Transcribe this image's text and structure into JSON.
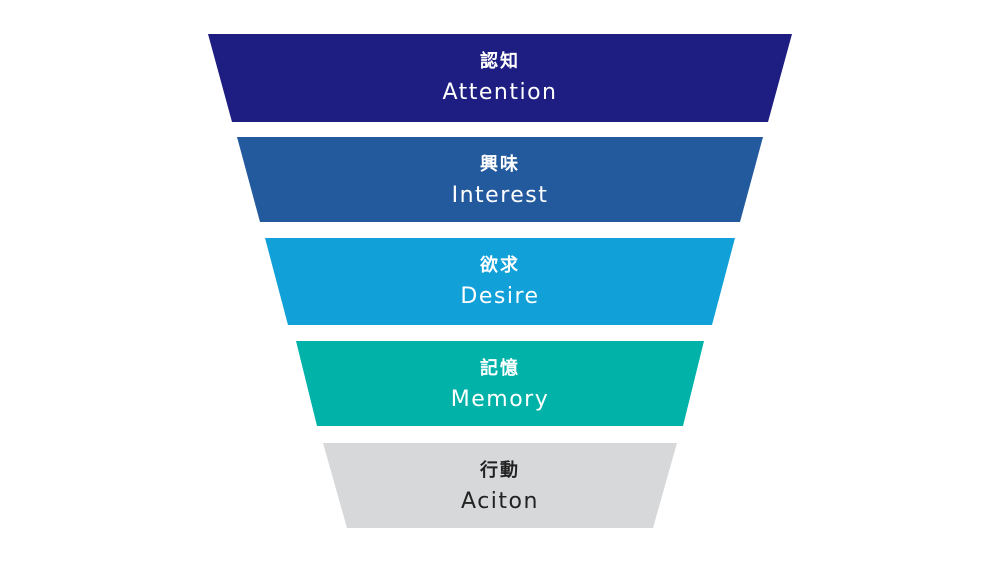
{
  "funnel": {
    "stages": [
      {
        "jp": "認知",
        "en": "Attention",
        "color": "#1e1e82",
        "text_color": "#ffffff"
      },
      {
        "jp": "興味",
        "en": "Interest",
        "color": "#235a9e",
        "text_color": "#ffffff"
      },
      {
        "jp": "欲求",
        "en": "Desire",
        "color": "#12a0d8",
        "text_color": "#ffffff"
      },
      {
        "jp": "記憶",
        "en": "Memory",
        "color": "#00b2a8",
        "text_color": "#ffffff"
      },
      {
        "jp": "行動",
        "en": "Aciton",
        "color": "#d6d8d9",
        "text_color": "#222222"
      }
    ]
  }
}
